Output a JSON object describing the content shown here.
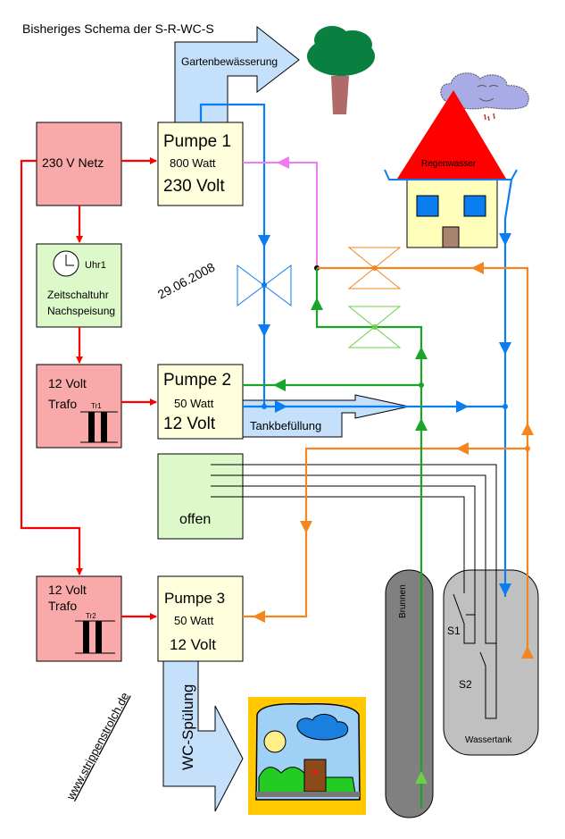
{
  "title": "Bisheriges Schema der S-R-WC-S",
  "date": "29.06.2008",
  "website": "www.strippenstrolch.de",
  "colors": {
    "power": "#ff0000",
    "water_rain": "#0a7ef0",
    "well": "#1aa52a",
    "tank": "#f5851f",
    "overflow": "#f07af0",
    "power_box": "#f9a9a9",
    "pump_box": "#ffffdd",
    "timer_box": "#ddf9c9",
    "flow_arrow": "#c4e0fb"
  },
  "power_supply": {
    "label": "230 V Netz"
  },
  "timer": {
    "id": "Uhr1",
    "line1": "Zeitschaltuhr",
    "line2": "Nachspeisung"
  },
  "trafo1": {
    "line1": "12 Volt",
    "line2": "Trafo",
    "id": "Tr1"
  },
  "trafo2": {
    "line1": "12 Volt",
    "line2": "Trafo",
    "id": "Tr2"
  },
  "pump1": {
    "name": "Pumpe 1",
    "power": "800 Watt",
    "voltage": "230 Volt"
  },
  "pump2": {
    "name": "Pumpe 2",
    "power": "50 Watt",
    "voltage": "12 Volt"
  },
  "pump3": {
    "name": "Pumpe 3",
    "power": "50 Watt",
    "voltage": "12 Volt"
  },
  "open_box": {
    "label": "offen"
  },
  "flows": {
    "garden": "Gartenbewässerung",
    "tank_fill": "Tankbefüllung",
    "wc": "WC-Spülung"
  },
  "house": {
    "label": "Regenwasser"
  },
  "well": {
    "label": "Brunnen"
  },
  "tank": {
    "label": "Wassertank",
    "switch1": "S1",
    "switch2": "S2"
  }
}
